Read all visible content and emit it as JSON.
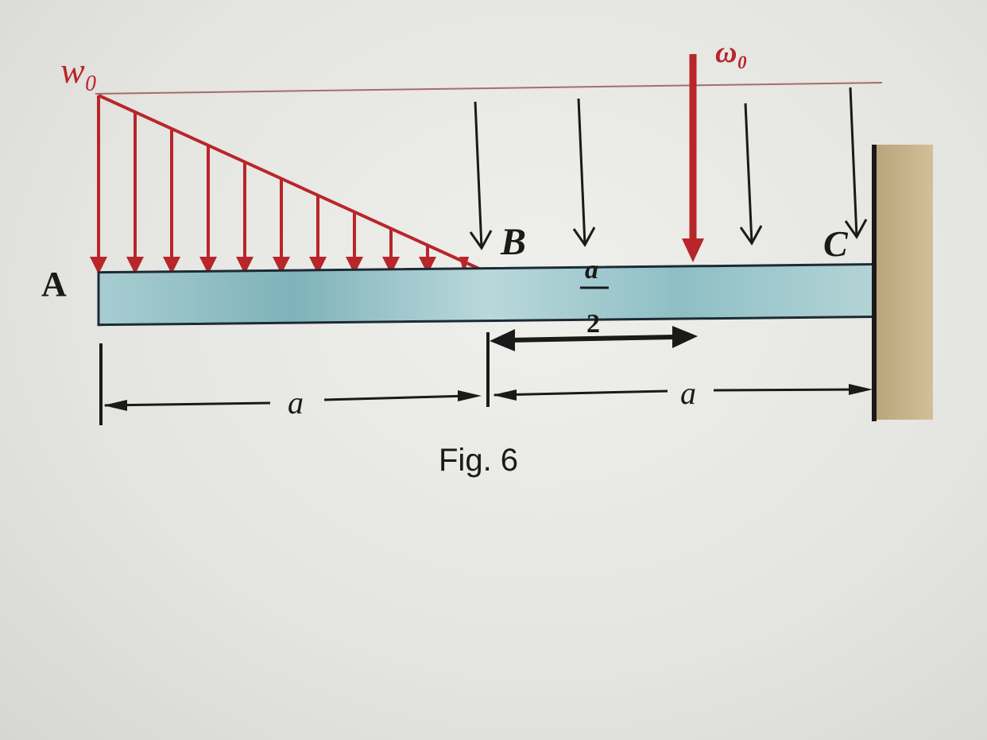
{
  "labels": {
    "w0_left": "w₀",
    "w0_right": "ω₀",
    "point_a": "A",
    "point_b": "B",
    "point_c": "C",
    "half_num": "a",
    "half_den": "2",
    "dim_left": "a",
    "dim_right": "a",
    "caption": "Fig. 6"
  },
  "colors": {
    "load": "#b8262a",
    "beam": "#a9cfd3",
    "beam_edge": "#1d2a33",
    "wall": "#c8b48e",
    "ink": "#1a1a1a"
  }
}
